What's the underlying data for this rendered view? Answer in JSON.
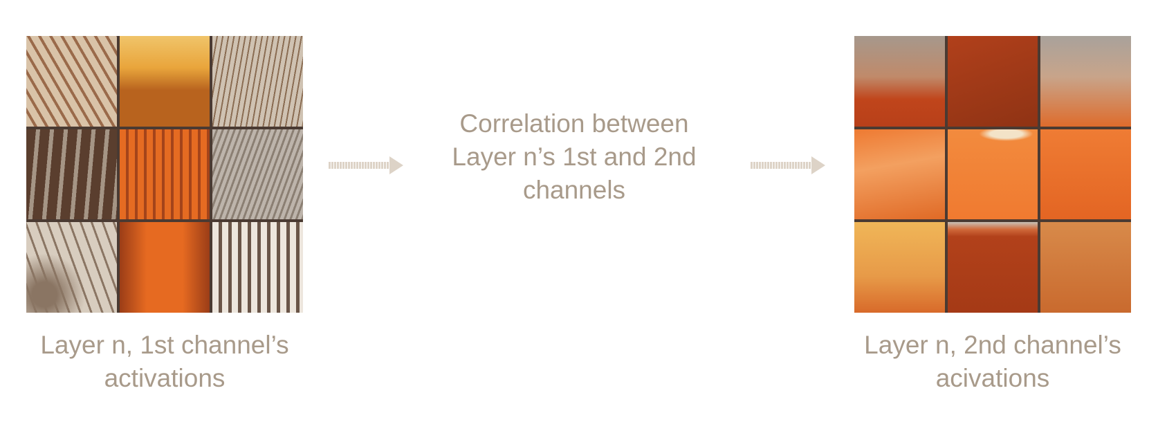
{
  "left_panel": {
    "caption_line1": "Layer n, 1st channel’s",
    "caption_line2": "activations",
    "tiles": [
      {
        "icon": "diagonal-stripes-tile",
        "colors": [
          "#d9c3a8",
          "#9a6a4a"
        ]
      },
      {
        "icon": "sunset-tile",
        "colors": [
          "#e9a53c",
          "#b8631e"
        ]
      },
      {
        "icon": "grass-tile",
        "colors": [
          "#cfc2b2",
          "#8a6c52"
        ]
      },
      {
        "icon": "dark-stripes-tile",
        "colors": [
          "#5a3e2e",
          "#a59585"
        ]
      },
      {
        "icon": "orange-curtain-tile",
        "colors": [
          "#e56b22",
          "#a4441a"
        ]
      },
      {
        "icon": "grey-grass-tile",
        "colors": [
          "#bdb4ab",
          "#8b7f73"
        ]
      },
      {
        "icon": "swirl-tile",
        "colors": [
          "#d8cdbf",
          "#8a7563"
        ]
      },
      {
        "icon": "orange-fabric-tile",
        "colors": [
          "#e66a21",
          "#9b3d17"
        ]
      },
      {
        "icon": "vertical-bars-tile",
        "colors": [
          "#ede6dd",
          "#6a5548"
        ]
      }
    ]
  },
  "center": {
    "line1": "Correlation between",
    "line2": "Layer n’s 1st and 2nd",
    "line3": "channels"
  },
  "right_panel": {
    "caption_line1": "Layer n, 2nd channel’s",
    "caption_line2": "acivations",
    "tiles": [
      {
        "icon": "dusk-gradient-tile",
        "colors": [
          "#a6988c",
          "#c0451b"
        ]
      },
      {
        "icon": "rust-tile",
        "colors": [
          "#b1401b",
          "#8f3314"
        ]
      },
      {
        "icon": "haze-tile",
        "colors": [
          "#a9a29b",
          "#de6c2c"
        ]
      },
      {
        "icon": "orange-sky-tile",
        "colors": [
          "#ee7a32",
          "#e06a26"
        ]
      },
      {
        "icon": "sun-glare-tile",
        "colors": [
          "#f07a30",
          "#f3e3c8"
        ]
      },
      {
        "icon": "bright-orange-tile",
        "colors": [
          "#ef7c34",
          "#e36523"
        ]
      },
      {
        "icon": "golden-tile",
        "colors": [
          "#f0b658",
          "#d86a2a"
        ]
      },
      {
        "icon": "deep-rust-tile",
        "colors": [
          "#b2411a",
          "#c8c0b6"
        ]
      },
      {
        "icon": "amber-tile",
        "colors": [
          "#d88a4a",
          "#c96a2e"
        ]
      }
    ]
  },
  "colors": {
    "text": "#a89a8a",
    "arrow": "#ddd3c7",
    "grid_lines": "#4a3a32"
  }
}
